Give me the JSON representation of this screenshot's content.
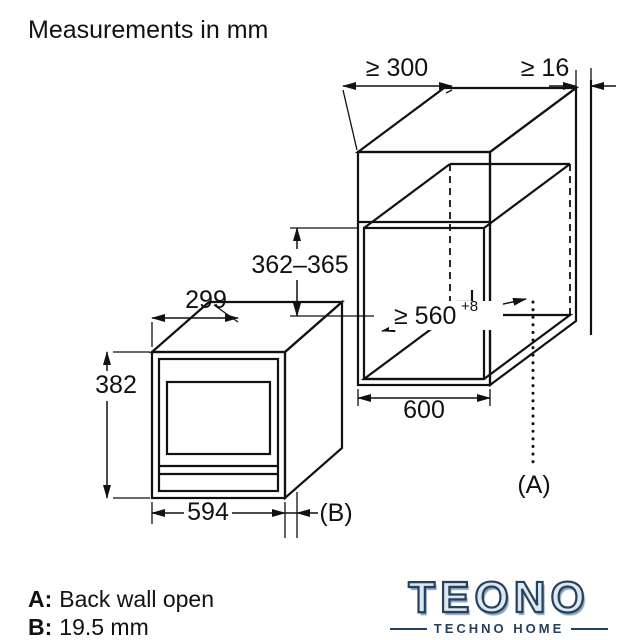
{
  "title": "Measurements in mm",
  "diagram": {
    "dims": {
      "top_depth": "≥ 300",
      "wall_gap": "≥ 16",
      "niche_height": "362–365",
      "niche_width": "≥ 560",
      "niche_width_sup": "+8",
      "cabinet_width": "600",
      "mw_depth": "299",
      "mw_height": "382",
      "mw_width": "594",
      "label_a": "(A)",
      "label_b": "(B)"
    }
  },
  "legend": {
    "a_key": "A:",
    "a_text": "Back wall open",
    "b_key": "B:",
    "b_text": "19.5 mm"
  },
  "logo": {
    "name": "TEONO",
    "tagline": "TECHNO HOME"
  },
  "colors": {
    "line": "#111111",
    "background": "#ffffff",
    "logo_navy": "#24415e"
  }
}
